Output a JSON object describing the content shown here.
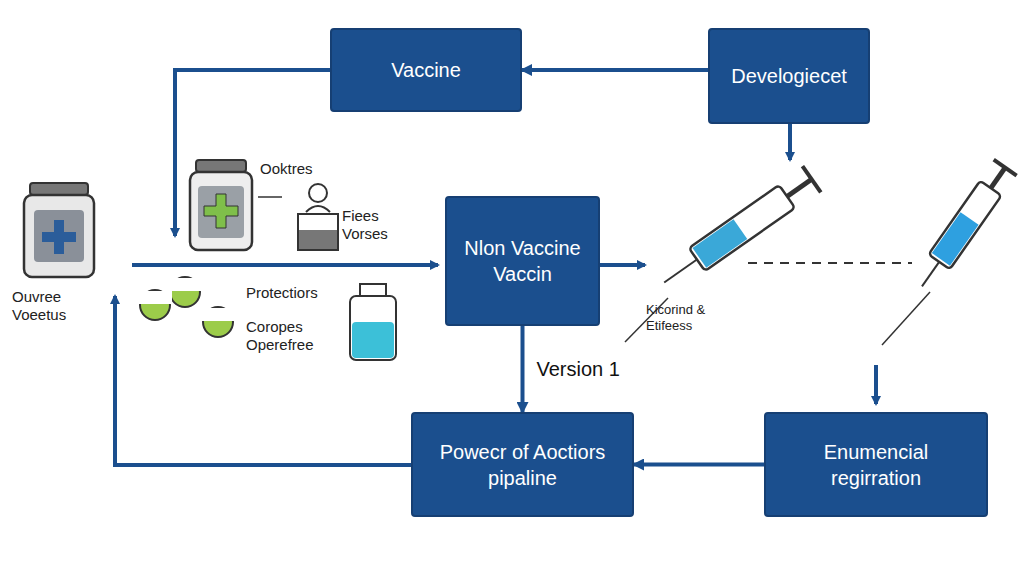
{
  "diagram": {
    "nodes": [
      {
        "text": [
          "Vaccine"
        ]
      },
      {
        "text": [
          "Develogiecet"
        ]
      },
      {
        "text": [
          "Nlon Vaccine Vaccin"
        ]
      },
      {
        "text": [
          "Powecr of Aoctiors pipaline"
        ]
      },
      {
        "text": [
          "Enumencial regirration"
        ]
      }
    ],
    "edges": [
      {
        "from": 1,
        "to": 0,
        "arrow": "to"
      },
      {
        "from": 2,
        "to": 3,
        "label": "Version 1",
        "arrow": "to"
      },
      {
        "from": 4,
        "to": 3,
        "arrow": "to"
      }
    ],
    "labels": [
      "Ooktres",
      "Fiees Vorses",
      "Protectiors",
      "Coropes Operefree",
      "Ouvree Voeetus",
      "Kicorind & Etifeess"
    ]
  }
}
